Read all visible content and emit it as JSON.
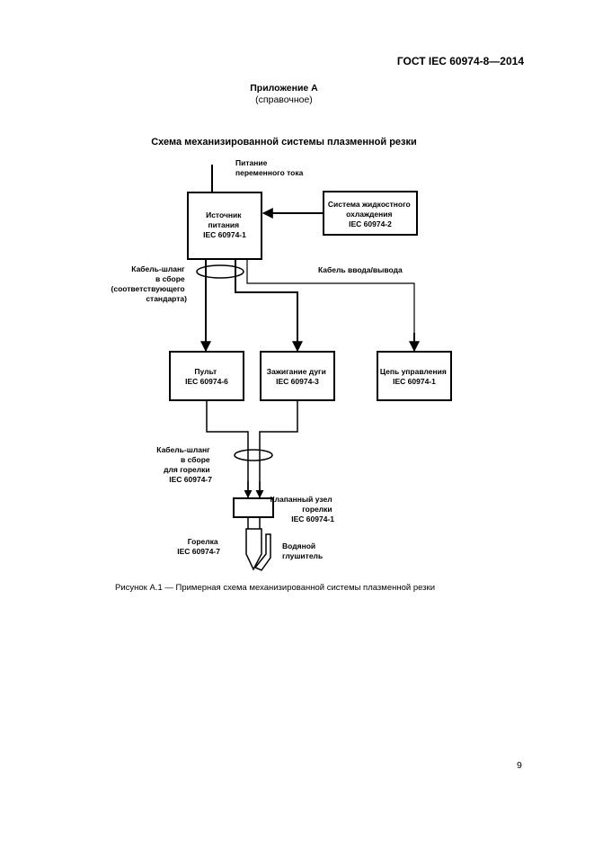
{
  "header": {
    "doc_id": "ГОСТ IEC 60974-8—2014"
  },
  "annex": {
    "title": "Приложение А",
    "subtitle": "(справочное)"
  },
  "section_title": "Схема механизированной системы плазменной резки",
  "diagram": {
    "power_input": [
      "Питание",
      "переменного тока"
    ],
    "power_source": [
      "Источник",
      "питания",
      "IEC 60974-1"
    ],
    "cooling_system": [
      "Система жидкостного",
      "охлаждения",
      "IEC 60974-2"
    ],
    "cable_bundle": [
      "Кабель-шланг",
      "в сборе",
      "(соответствующего",
      "стандарта)"
    ],
    "io_cable": "Кабель ввода/вывода",
    "console": [
      "Пульт",
      "IEC 60974-6"
    ],
    "arc_ignition": [
      "Зажигание дуги",
      "IEC 60974-3"
    ],
    "control_circuit": [
      "Цепь управления",
      "IEC 60974-1"
    ],
    "torch_cable": [
      "Кабель-шланг",
      "в сборе",
      "для горелки",
      "IEC 60974-7"
    ],
    "valve_unit": [
      "Клапанный узел",
      "горелки",
      "IEC 60974-1"
    ],
    "torch": [
      "Горелка",
      "IEC 60974-7"
    ],
    "water_muffler": [
      "Водяной",
      "глушитель"
    ]
  },
  "caption": "Рисунок А.1 — Примерная схема механизированной системы плазменной резки",
  "page_number": "9"
}
